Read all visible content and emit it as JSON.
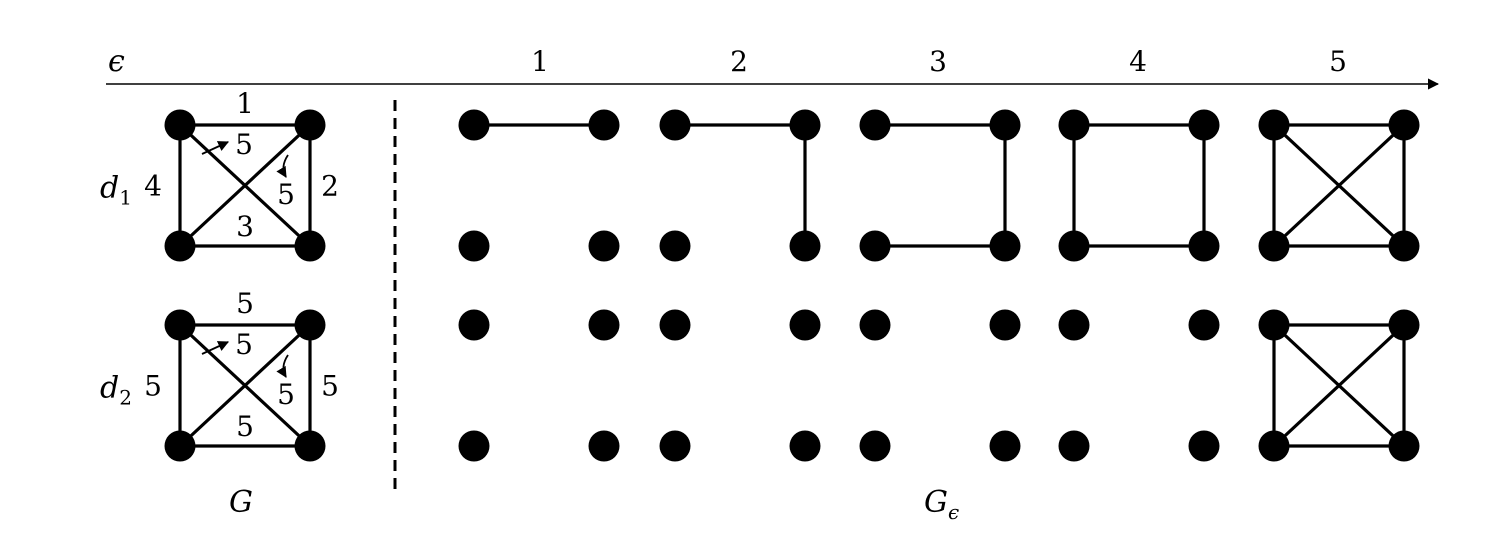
{
  "axis": {
    "symbol": "ϵ",
    "ticks": [
      "1",
      "2",
      "3",
      "4",
      "5"
    ]
  },
  "graph_G": {
    "label": "G",
    "rows": [
      {
        "id": "d1",
        "label": "d",
        "label_sub": "1",
        "weights": {
          "top": "1",
          "right": "2",
          "bottom": "3",
          "left": "4",
          "diag_main": "5",
          "diag_anti": "5"
        }
      },
      {
        "id": "d2",
        "label": "d",
        "label_sub": "2",
        "weights": {
          "top": "5",
          "right": "5",
          "bottom": "5",
          "left": "5",
          "diag_main": "5",
          "diag_anti": "5"
        }
      }
    ]
  },
  "filtration": {
    "label": "G",
    "label_sub": "ϵ",
    "rows": [
      {
        "id": "d1",
        "snapshots": [
          {
            "epsilon": "1",
            "edges": [
              "top"
            ]
          },
          {
            "epsilon": "2",
            "edges": [
              "top",
              "right"
            ]
          },
          {
            "epsilon": "3",
            "edges": [
              "top",
              "right",
              "bottom"
            ]
          },
          {
            "epsilon": "4",
            "edges": [
              "top",
              "right",
              "bottom",
              "left"
            ]
          },
          {
            "epsilon": "5",
            "edges": [
              "top",
              "right",
              "bottom",
              "left",
              "diag_main",
              "diag_anti"
            ]
          }
        ]
      },
      {
        "id": "d2",
        "snapshots": [
          {
            "epsilon": "1",
            "edges": []
          },
          {
            "epsilon": "2",
            "edges": []
          },
          {
            "epsilon": "3",
            "edges": []
          },
          {
            "epsilon": "4",
            "edges": []
          },
          {
            "epsilon": "5",
            "edges": [
              "top",
              "right",
              "bottom",
              "left",
              "diag_main",
              "diag_anti"
            ]
          }
        ]
      }
    ]
  }
}
